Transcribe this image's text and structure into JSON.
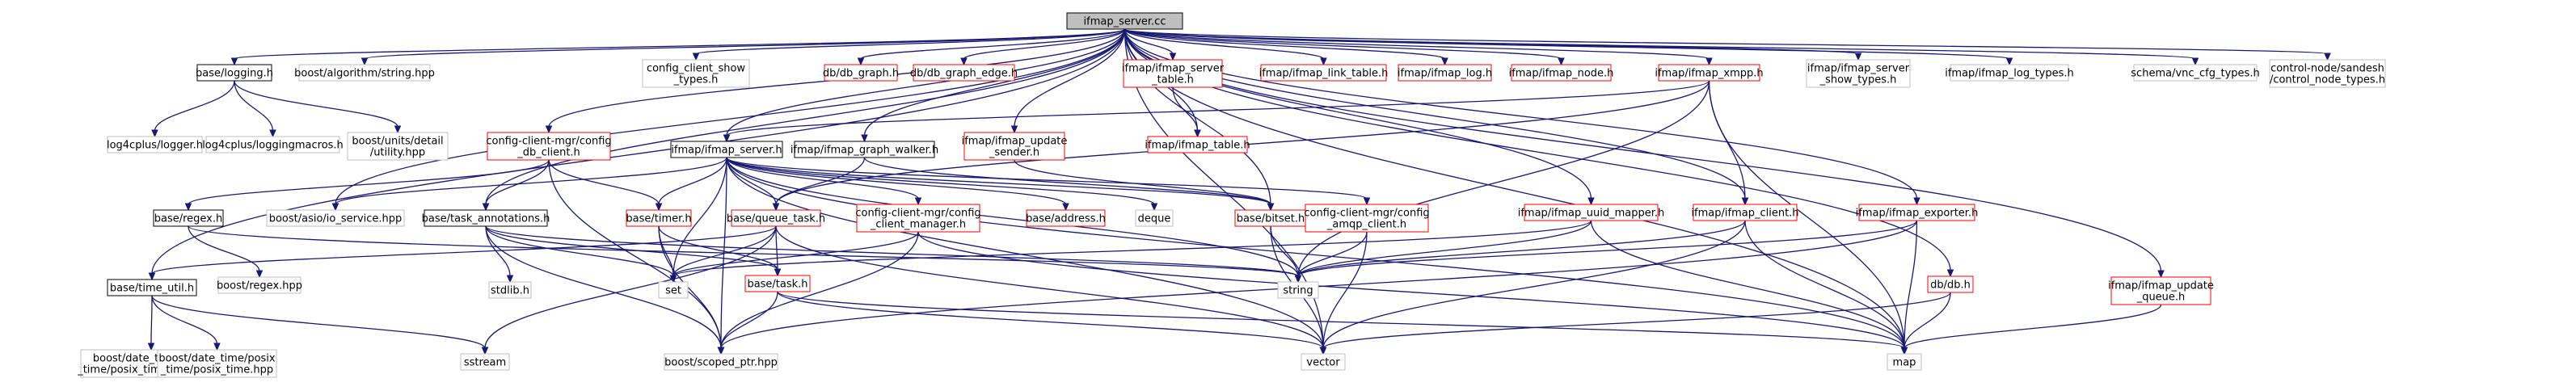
{
  "colors": {
    "edge": "#191970",
    "root_fill": "#bfbfbf",
    "root_border": "#000000",
    "red_border": "#ff0000",
    "gray_border": "#bfbfbf",
    "black_border": "#000000",
    "background": "#ffffff"
  },
  "nodes": {
    "root": {
      "lines": [
        "ifmap_server.cc"
      ],
      "style": "root"
    },
    "base_logging": {
      "lines": [
        "base/logging.h"
      ],
      "style": "black"
    },
    "boost_algo_string": {
      "lines": [
        "boost/algorithm/string.hpp"
      ],
      "style": "gray"
    },
    "config_client_show_types": {
      "lines": [
        "config_client_show",
        "_types.h"
      ],
      "style": "gray"
    },
    "db_graph": {
      "lines": [
        "db/db_graph.h"
      ],
      "style": "red"
    },
    "db_graph_edge": {
      "lines": [
        "db/db_graph_edge.h"
      ],
      "style": "red"
    },
    "ifmap_server_table": {
      "lines": [
        "ifmap/ifmap_server",
        "_table.h"
      ],
      "style": "red"
    },
    "ifmap_link_table": {
      "lines": [
        "ifmap/ifmap_link_table.h"
      ],
      "style": "red"
    },
    "ifmap_log": {
      "lines": [
        "ifmap/ifmap_log.h"
      ],
      "style": "red"
    },
    "ifmap_node": {
      "lines": [
        "ifmap/ifmap_node.h"
      ],
      "style": "red"
    },
    "ifmap_xmpp": {
      "lines": [
        "ifmap/ifmap_xmpp.h"
      ],
      "style": "red"
    },
    "ifmap_server_show_types": {
      "lines": [
        "ifmap/ifmap_server",
        "_show_types.h"
      ],
      "style": "gray"
    },
    "ifmap_log_types": {
      "lines": [
        "ifmap/ifmap_log_types.h"
      ],
      "style": "gray"
    },
    "schema_vnc_cfg_types": {
      "lines": [
        "schema/vnc_cfg_types.h"
      ],
      "style": "gray"
    },
    "sandesh_control_node_types": {
      "lines": [
        "control-node/sandesh",
        "/control_node_types.h"
      ],
      "style": "gray"
    },
    "log4cplus_logger": {
      "lines": [
        "log4cplus/logger.h"
      ],
      "style": "gray"
    },
    "log4cplus_loggingmacros": {
      "lines": [
        "log4cplus/loggingmacros.h"
      ],
      "style": "gray"
    },
    "boost_units_utility": {
      "lines": [
        "boost/units/detail",
        "/utility.hpp"
      ],
      "style": "gray"
    },
    "config_db_client": {
      "lines": [
        "config-client-mgr/config",
        "_db_client.h"
      ],
      "style": "red"
    },
    "ifmap_server_h": {
      "lines": [
        "ifmap/ifmap_server.h"
      ],
      "style": "black"
    },
    "ifmap_graph_walker": {
      "lines": [
        "ifmap/ifmap_graph_walker.h"
      ],
      "style": "black"
    },
    "ifmap_update_sender": {
      "lines": [
        "ifmap/ifmap_update",
        "_sender.h"
      ],
      "style": "red"
    },
    "ifmap_table": {
      "lines": [
        "ifmap/ifmap_table.h"
      ],
      "style": "red"
    },
    "base_regex": {
      "lines": [
        "base/regex.h"
      ],
      "style": "black"
    },
    "boost_asio_io_service": {
      "lines": [
        "boost/asio/io_service.hpp"
      ],
      "style": "gray"
    },
    "base_task_annotations": {
      "lines": [
        "base/task_annotations.h"
      ],
      "style": "black"
    },
    "base_timer": {
      "lines": [
        "base/timer.h"
      ],
      "style": "red"
    },
    "base_queue_task": {
      "lines": [
        "base/queue_task.h"
      ],
      "style": "red"
    },
    "config_client_manager": {
      "lines": [
        "config-client-mgr/config",
        "_client_manager.h"
      ],
      "style": "red"
    },
    "base_address": {
      "lines": [
        "base/address.h"
      ],
      "style": "red"
    },
    "deque": {
      "lines": [
        "deque"
      ],
      "style": "gray"
    },
    "base_bitset": {
      "lines": [
        "base/bitset.h"
      ],
      "style": "red"
    },
    "config_amqp_client": {
      "lines": [
        "config-client-mgr/config",
        "_amqp_client.h"
      ],
      "style": "red"
    },
    "ifmap_uuid_mapper": {
      "lines": [
        "ifmap/ifmap_uuid_mapper.h"
      ],
      "style": "red"
    },
    "ifmap_client": {
      "lines": [
        "ifmap/ifmap_client.h"
      ],
      "style": "red"
    },
    "ifmap_exporter": {
      "lines": [
        "ifmap/ifmap_exporter.h"
      ],
      "style": "red"
    },
    "ifmap_update_queue": {
      "lines": [
        "ifmap/ifmap_update",
        "_queue.h"
      ],
      "style": "red"
    },
    "boost_regex": {
      "lines": [
        "boost/regex.hpp"
      ],
      "style": "gray"
    },
    "base_time_util": {
      "lines": [
        "base/time_util.h"
      ],
      "style": "black"
    },
    "stdlib": {
      "lines": [
        "stdlib.h"
      ],
      "style": "gray"
    },
    "set": {
      "lines": [
        "set"
      ],
      "style": "gray"
    },
    "base_task": {
      "lines": [
        "base/task.h"
      ],
      "style": "red"
    },
    "string": {
      "lines": [
        "string"
      ],
      "style": "gray"
    },
    "db_db": {
      "lines": [
        "db/db.h"
      ],
      "style": "red"
    },
    "posix_time_types": {
      "lines": [
        "boost/date_time/posix",
        "_time/posix_time_types.hpp"
      ],
      "style": "gray"
    },
    "posix_time": {
      "lines": [
        "boost/date_time/posix",
        "_time/posix_time.hpp"
      ],
      "style": "gray"
    },
    "sstream": {
      "lines": [
        "sstream"
      ],
      "style": "gray"
    },
    "boost_scoped_ptr": {
      "lines": [
        "boost/scoped_ptr.hpp"
      ],
      "style": "gray"
    },
    "vector": {
      "lines": [
        "vector"
      ],
      "style": "gray"
    },
    "map": {
      "lines": [
        "map"
      ],
      "style": "gray"
    }
  },
  "edges": [
    [
      "root",
      "base_logging"
    ],
    [
      "root",
      "boost_algo_string"
    ],
    [
      "root",
      "config_client_show_types"
    ],
    [
      "root",
      "db_graph"
    ],
    [
      "root",
      "db_graph_edge"
    ],
    [
      "root",
      "ifmap_server_table"
    ],
    [
      "root",
      "ifmap_link_table"
    ],
    [
      "root",
      "ifmap_log"
    ],
    [
      "root",
      "ifmap_node"
    ],
    [
      "root",
      "ifmap_xmpp"
    ],
    [
      "root",
      "ifmap_server_show_types"
    ],
    [
      "root",
      "ifmap_log_types"
    ],
    [
      "root",
      "schema_vnc_cfg_types"
    ],
    [
      "root",
      "sandesh_control_node_types"
    ],
    [
      "root",
      "config_db_client"
    ],
    [
      "root",
      "ifmap_server_h"
    ],
    [
      "root",
      "ifmap_graph_walker"
    ],
    [
      "root",
      "ifmap_update_sender"
    ],
    [
      "root",
      "ifmap_table"
    ],
    [
      "root",
      "boost_asio_io_service"
    ],
    [
      "root",
      "base_task_annotations"
    ],
    [
      "root",
      "base_time_util"
    ],
    [
      "root",
      "base_bitset"
    ],
    [
      "root",
      "ifmap_uuid_mapper"
    ],
    [
      "root",
      "ifmap_client"
    ],
    [
      "root",
      "ifmap_exporter"
    ],
    [
      "root",
      "ifmap_update_queue"
    ],
    [
      "root",
      "db_db"
    ],
    [
      "root",
      "map"
    ],
    [
      "root",
      "vector"
    ],
    [
      "base_logging",
      "log4cplus_logger"
    ],
    [
      "base_logging",
      "log4cplus_loggingmacros"
    ],
    [
      "base_logging",
      "boost_units_utility"
    ],
    [
      "ifmap_server_table",
      "ifmap_table"
    ],
    [
      "ifmap_xmpp",
      "ifmap_server_h"
    ],
    [
      "ifmap_xmpp",
      "base_queue_task"
    ],
    [
      "ifmap_xmpp",
      "ifmap_client"
    ],
    [
      "ifmap_xmpp",
      "string"
    ],
    [
      "ifmap_xmpp",
      "map"
    ],
    [
      "config_db_client",
      "base_regex"
    ],
    [
      "config_db_client",
      "base_task_annotations"
    ],
    [
      "config_db_client",
      "base_timer"
    ],
    [
      "config_db_client",
      "boost_scoped_ptr"
    ],
    [
      "ifmap_server_h",
      "boost_asio_io_service"
    ],
    [
      "ifmap_server_h",
      "base_queue_task"
    ],
    [
      "ifmap_server_h",
      "base_timer"
    ],
    [
      "ifmap_server_h",
      "config_client_manager"
    ],
    [
      "ifmap_server_h",
      "base_address"
    ],
    [
      "ifmap_server_h",
      "deque"
    ],
    [
      "ifmap_server_h",
      "base_bitset"
    ],
    [
      "ifmap_server_h",
      "config_amqp_client"
    ],
    [
      "ifmap_server_h",
      "boost_scoped_ptr"
    ],
    [
      "ifmap_server_h",
      "map"
    ],
    [
      "ifmap_server_h",
      "set"
    ],
    [
      "ifmap_server_h",
      "string"
    ],
    [
      "ifmap_server_h",
      "vector"
    ],
    [
      "ifmap_graph_walker",
      "base_queue_task"
    ],
    [
      "ifmap_graph_walker",
      "base_bitset"
    ],
    [
      "ifmap_update_sender",
      "base_bitset"
    ],
    [
      "base_regex",
      "boost_regex"
    ],
    [
      "base_regex",
      "string"
    ],
    [
      "base_task_annotations",
      "stdlib"
    ],
    [
      "base_task_annotations",
      "base_task"
    ],
    [
      "base_task_annotations",
      "set"
    ],
    [
      "base_task_annotations",
      "string"
    ],
    [
      "base_task_annotations",
      "boost_scoped_ptr"
    ],
    [
      "base_timer",
      "base_task"
    ],
    [
      "base_timer",
      "set"
    ],
    [
      "base_timer",
      "boost_scoped_ptr"
    ],
    [
      "base_queue_task",
      "base_time_util"
    ],
    [
      "base_queue_task",
      "base_task"
    ],
    [
      "base_queue_task",
      "set"
    ],
    [
      "base_queue_task",
      "sstream"
    ],
    [
      "base_queue_task",
      "vector"
    ],
    [
      "config_client_manager",
      "boost_scoped_ptr"
    ],
    [
      "config_client_manager",
      "set"
    ],
    [
      "config_client_manager",
      "map"
    ],
    [
      "base_bitset",
      "string"
    ],
    [
      "base_bitset",
      "vector"
    ],
    [
      "config_amqp_client",
      "string"
    ],
    [
      "config_amqp_client",
      "vector"
    ],
    [
      "ifmap_uuid_mapper",
      "set"
    ],
    [
      "ifmap_uuid_mapper",
      "string"
    ],
    [
      "ifmap_uuid_mapper",
      "map"
    ],
    [
      "ifmap_client",
      "string"
    ],
    [
      "ifmap_client",
      "map"
    ],
    [
      "ifmap_client",
      "vector"
    ],
    [
      "ifmap_exporter",
      "boost_scoped_ptr"
    ],
    [
      "ifmap_exporter",
      "string"
    ],
    [
      "ifmap_exporter",
      "map"
    ],
    [
      "ifmap_update_queue",
      "map"
    ],
    [
      "base_time_util",
      "posix_time_types"
    ],
    [
      "base_time_util",
      "posix_time"
    ],
    [
      "base_time_util",
      "sstream"
    ],
    [
      "base_task",
      "boost_scoped_ptr"
    ],
    [
      "base_task",
      "map"
    ],
    [
      "base_task",
      "vector"
    ],
    [
      "db_db",
      "map"
    ],
    [
      "db_db",
      "vector"
    ]
  ]
}
